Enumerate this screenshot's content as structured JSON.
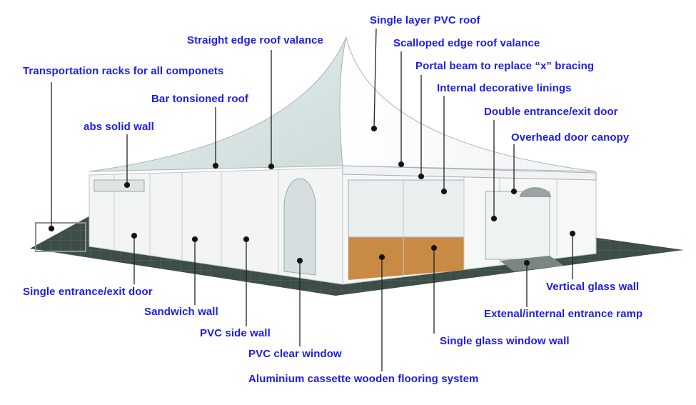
{
  "title": "Pagoda tent component diagram",
  "colors": {
    "label": "#1c1cf0",
    "floor": "#3d4d47",
    "wood": "#c98a45",
    "wall": "#f4f6f6"
  },
  "labels": {
    "single_layer_pvc_roof": "Single layer PVC roof",
    "straight_edge_valance": "Straight edge roof valance",
    "scalloped_edge_valance": "Scalloped edge roof valance",
    "transportation_racks": "Transportation racks for all componets",
    "portal_beam": "Portal beam to replace “x” bracing",
    "internal_linings": "Internal decorative linings",
    "bar_tensioned_roof": "Bar tonsioned roof",
    "double_door": "Double entrance/exit door",
    "abs_solid_wall": "abs solid wall",
    "overhead_canopy": "Overhead door canopy",
    "single_door": "Single entrance/exit door",
    "sandwich_wall": "Sandwich wall",
    "pvc_side_wall": "PVC side wall",
    "pvc_clear_window": "PVC clear window",
    "flooring_system": "Aluminium cassette wooden flooring system",
    "single_glass_wall": "Single glass window wall",
    "entrance_ramp": "Extenal/internal entrance ramp",
    "vertical_glass_wall": "Vertical glass wall"
  }
}
